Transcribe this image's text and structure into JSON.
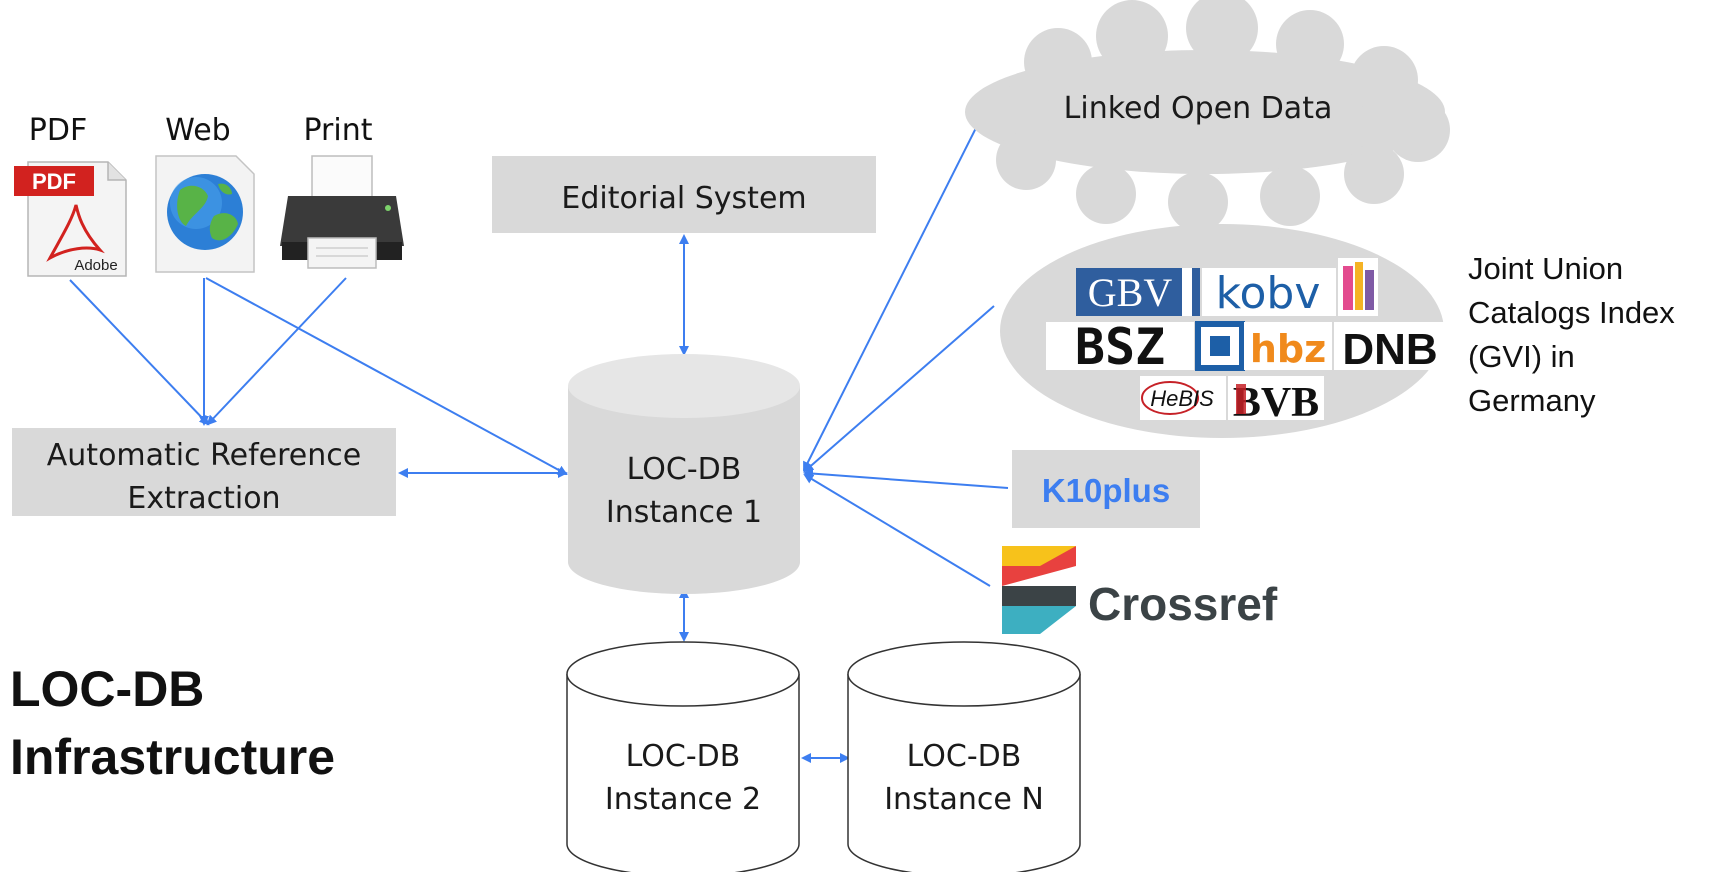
{
  "sources": {
    "pdf": {
      "label": "PDF",
      "badge": "PDF",
      "brand": "Adobe"
    },
    "web": {
      "label": "Web"
    },
    "print": {
      "label": "Print"
    }
  },
  "nodes": {
    "editorial": "Editorial System",
    "extraction": [
      "Automatic Reference",
      "Extraction"
    ],
    "instance1": [
      "LOC-DB",
      "Instance 1"
    ],
    "instance2": [
      "LOC-DB",
      "Instance 2"
    ],
    "instanceN": [
      "LOC-DB",
      "Instance N"
    ],
    "lod": "Linked Open Data",
    "k10plus": "K10plus",
    "crossref": "Crossref"
  },
  "gvi": {
    "logos": [
      "GBV",
      "kobv",
      "BSZ",
      "hbz",
      "DNB",
      "HeBIS",
      "BVB"
    ],
    "caption": [
      "Joint Union",
      "Catalogs Index",
      "(GVI) in",
      "Germany"
    ]
  },
  "title": [
    "LOC-DB",
    "Infrastructure"
  ],
  "colors": {
    "edge": "#3d7ef0",
    "box": "#d9d9d9",
    "k10plus_text": "#3d7ef0",
    "crossref_text": "#3b4346",
    "crossref_red": "#e8413f",
    "crossref_yellow": "#f7c21b",
    "crossref_teal": "#3dafc1",
    "crossref_dark": "#3b4346",
    "gbv_blue": "#2f5e9e",
    "kobv_blue": "#1d5fa7",
    "hbz_orange": "#f08a1c",
    "bvb_red": "#c62127"
  }
}
